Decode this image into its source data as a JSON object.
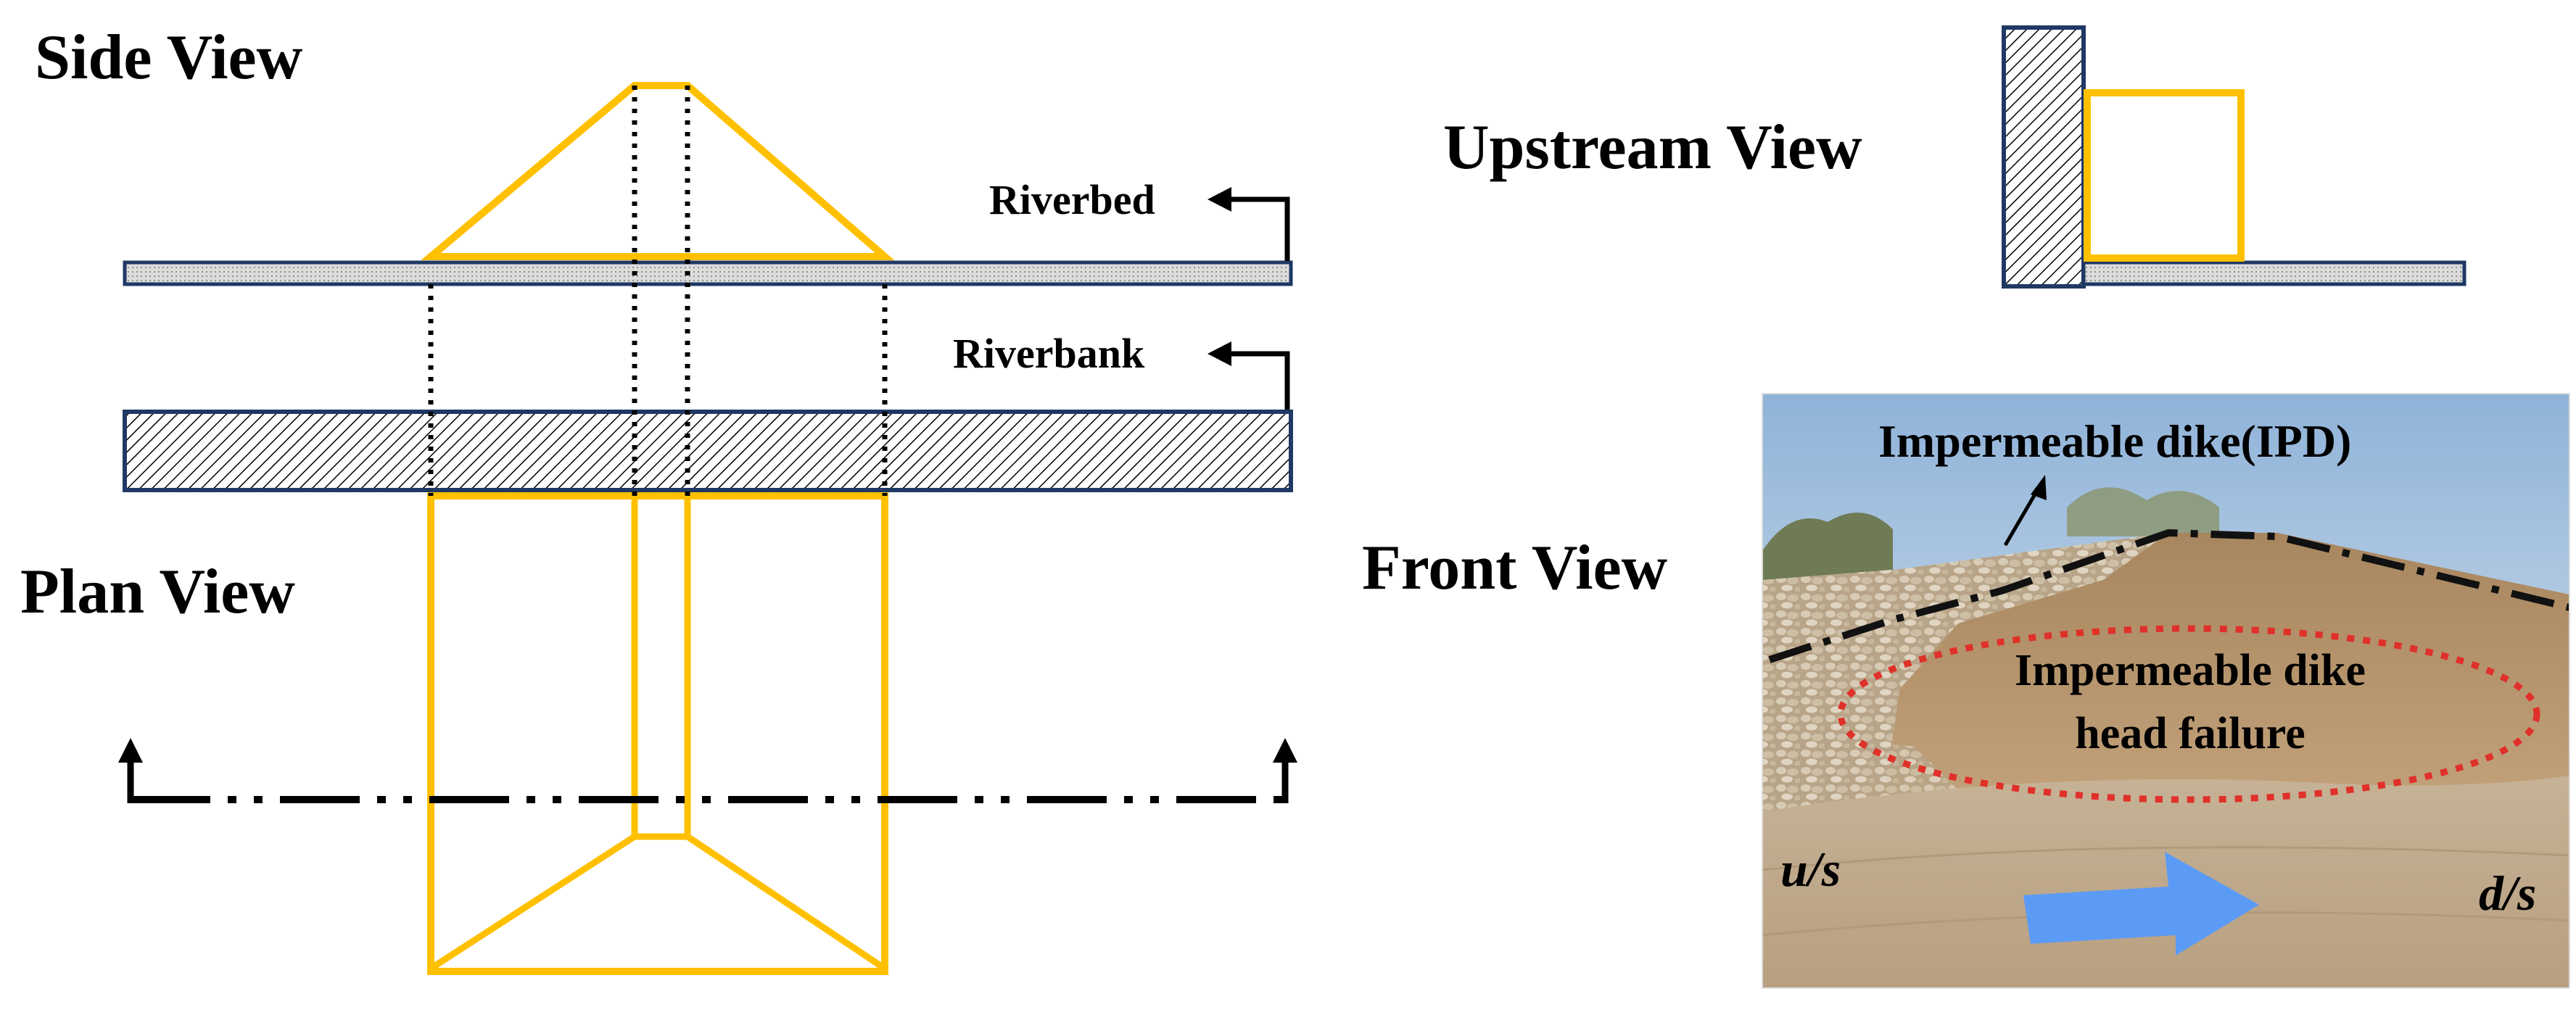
{
  "colors": {
    "structure": "#FFC000",
    "outline": "#1F3864",
    "riverbed_fill": "#D9D9D9",
    "arrow_blue": "#5B9BF5",
    "failure_ring": "#E0302A"
  },
  "views": {
    "side": "Side View",
    "plan": "Plan View",
    "upstream": "Upstream View",
    "front": "Front View"
  },
  "labels": {
    "riverbed": "Riverbed",
    "riverbank": "Riverbank"
  },
  "photo": {
    "dike_label": "Impermeable dike(IPD)",
    "failure_line1": "Impermeable dike",
    "failure_line2": "head failure",
    "upstream_mark": "u/s",
    "downstream_mark": "d/s"
  }
}
